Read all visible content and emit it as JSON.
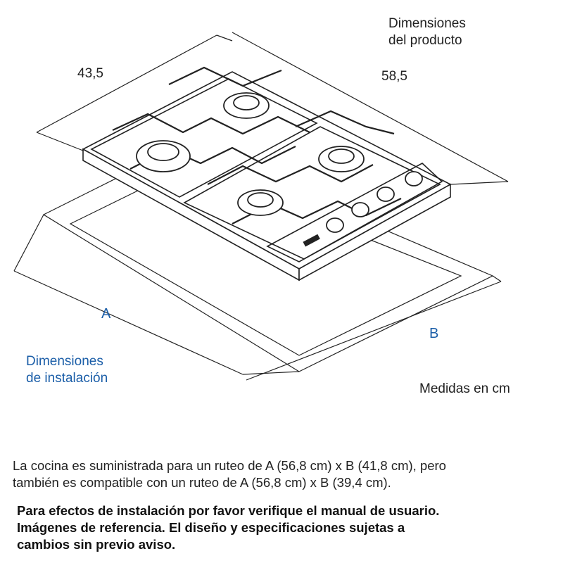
{
  "diagram": {
    "product_label": [
      "Dimensiones",
      "del producto"
    ],
    "depth": "43,5",
    "width": "58,5",
    "label_a": "A",
    "label_b": "B",
    "install_label": [
      "Dimensiones",
      "de instalación"
    ],
    "units": "Medidas en cm",
    "accent_color": "#1b5ea8"
  },
  "notes": {
    "routing": [
      "La cocina es suministrada para un ruteo de A (56,8 cm) x B (41,8 cm), pero",
      "también es compatible con un ruteo de A (56,8 cm) x B (39,4 cm)."
    ],
    "disclaimer": [
      "Para efectos de instalación por favor verifique el manual de usuario.",
      "Imágenes de referencia. El diseño y especificaciones sujetas a",
      "cambios sin previo aviso."
    ]
  }
}
